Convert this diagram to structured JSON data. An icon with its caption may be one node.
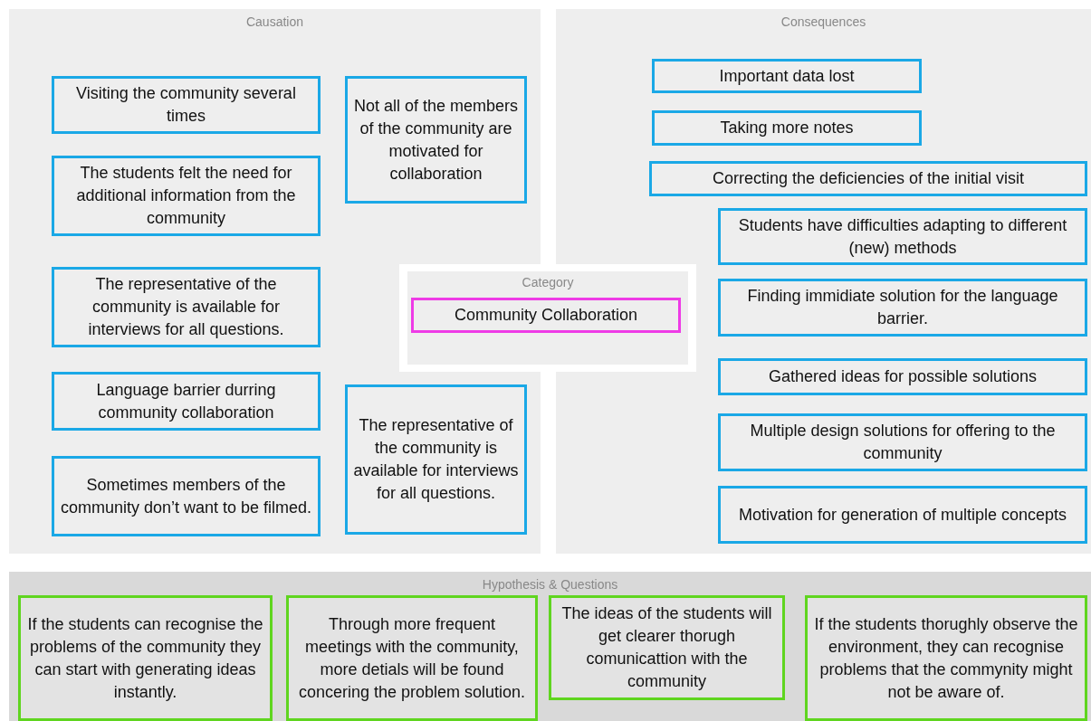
{
  "diagram": {
    "nodes": [
      {
        "text": [
          "Causation"
        ]
      },
      {
        "text": [
          "Visiting the community several times"
        ],
        "in": 0
      },
      {
        "text": [
          "Not all of the members of the community are motivated for collaboration"
        ],
        "in": 0
      },
      {
        "text": [
          "The students felt the need for additional information from the community"
        ],
        "in": 0
      },
      {
        "text": [
          "The representative of the community is available for interviews for all questions."
        ],
        "in": 0
      },
      {
        "text": [
          "Language barrier durring community collaboration"
        ],
        "in": 0
      },
      {
        "text": [
          "The representative of the community is available for interviews for all questions."
        ],
        "in": 0
      },
      {
        "text": [
          "Sometimes members of the community don’t want to be filmed."
        ],
        "in": 0
      },
      {
        "text": [
          "Consequences"
        ]
      },
      {
        "text": [
          "Important data lost"
        ],
        "in": 8
      },
      {
        "text": [
          "Taking more notes"
        ],
        "in": 8
      },
      {
        "text": [
          "Correcting the deficiencies of the initial visit"
        ],
        "in": 8
      },
      {
        "text": [
          "Students have difficulties adapting to different (new) methods"
        ],
        "in": 8
      },
      {
        "text": [
          "Finding immidiate solution for the language barrier."
        ],
        "in": 8
      },
      {
        "text": [
          "Gathered ideas for possible solutions"
        ],
        "in": 8
      },
      {
        "text": [
          "Multiple design solutions for offering to the community"
        ],
        "in": 8
      },
      {
        "text": [
          "Motivation for generation of multiple concepts"
        ],
        "in": 8
      },
      {
        "text": [
          "Category"
        ]
      },
      {
        "text": [
          "Community Collaboration"
        ],
        "in": 17
      },
      {
        "text": [
          "Hypothesis & Questions"
        ]
      },
      {
        "text": [
          "If the students can recognise the problems of the community they can start with generating ideas instantly."
        ],
        "in": 19
      },
      {
        "text": [
          "Through more frequent meetings with the community, more detials will be found concering the problem solution."
        ],
        "in": 19
      },
      {
        "text": [
          "The ideas of the students will get clearer thorugh comunicattion with the community"
        ],
        "in": 19
      },
      {
        "text": [
          "If the students thorughly observe the environment, they can recognise problems that the commynity might not be aware of."
        ],
        "in": 19
      }
    ]
  }
}
